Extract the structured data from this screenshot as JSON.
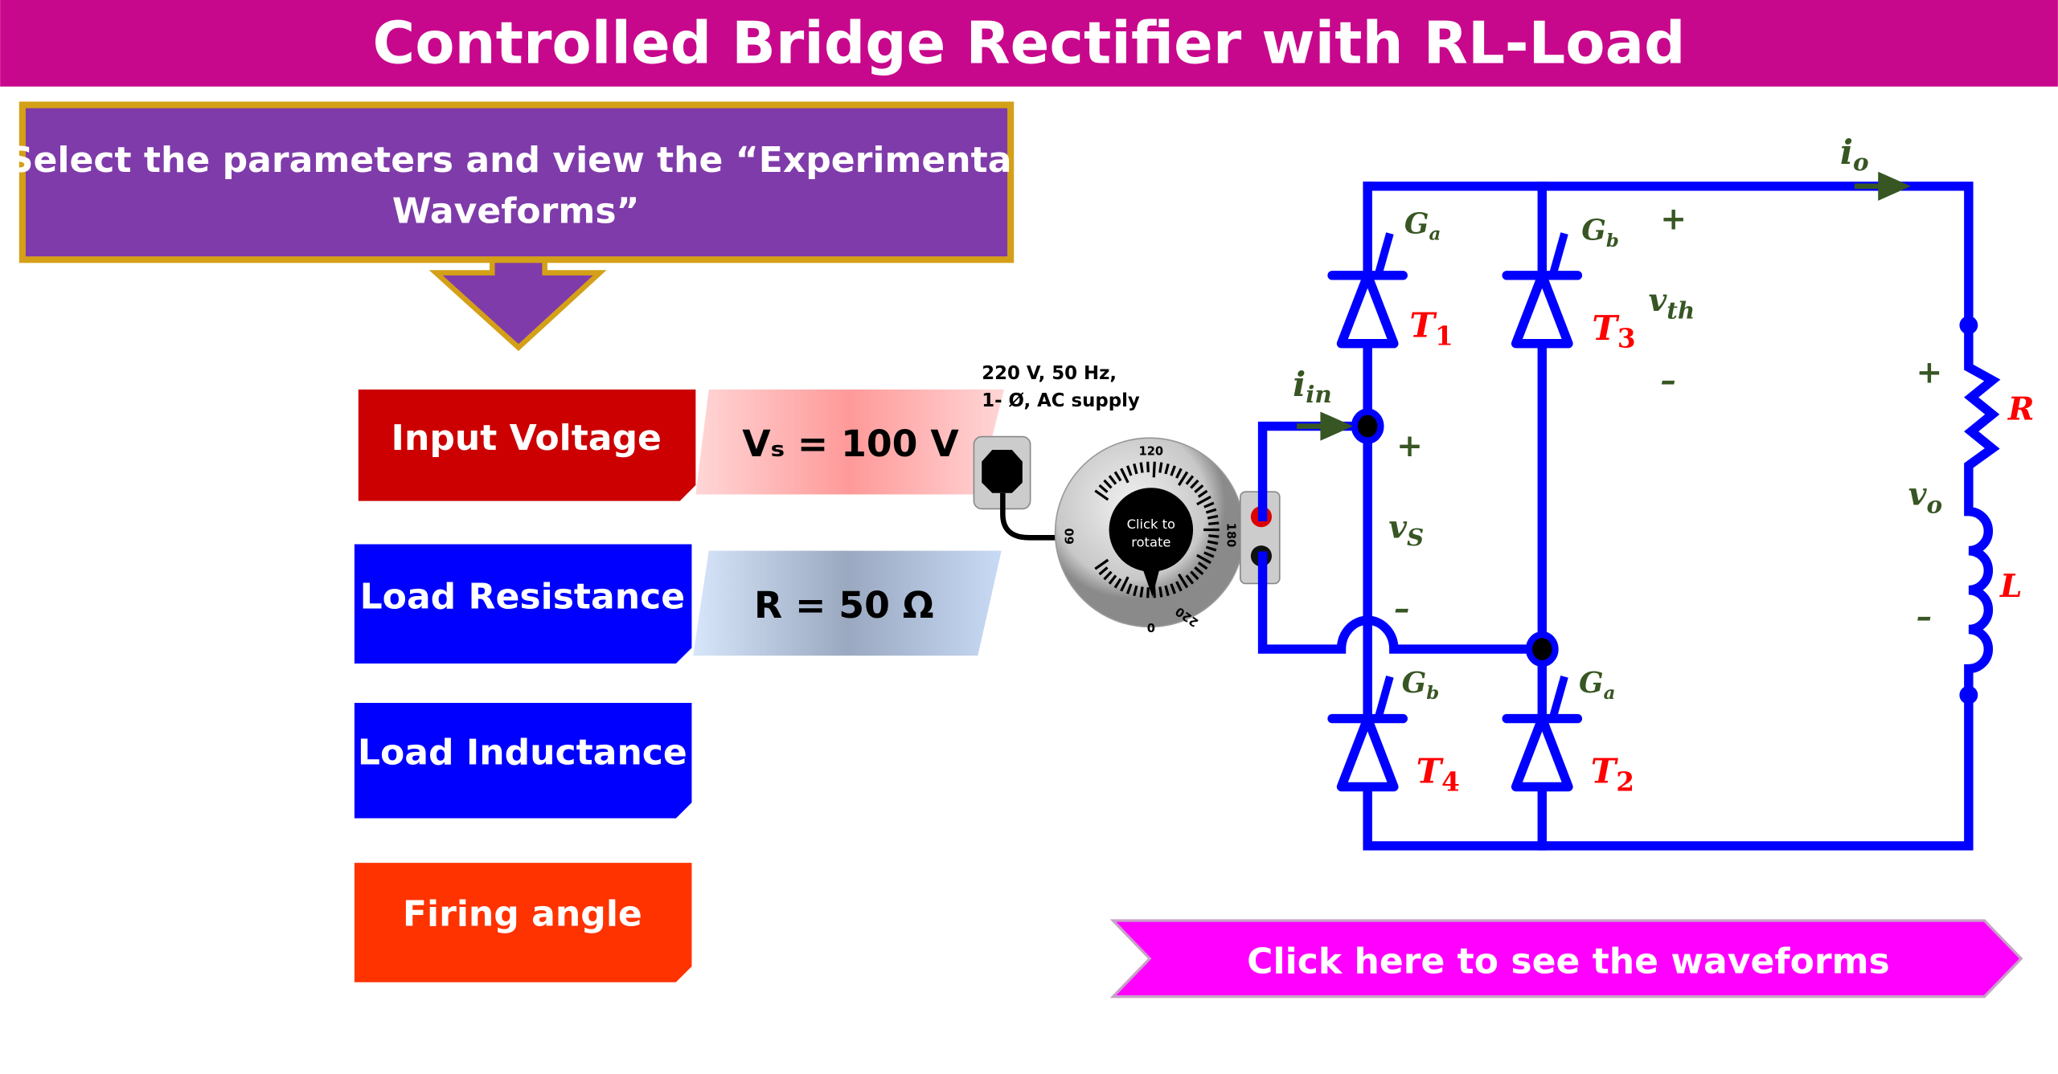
{
  "title": "Controlled Bridge Rectifier with RL-Load",
  "instruction": {
    "line1": "Select the parameters and view the “Experimental",
    "line2": "Waveforms”"
  },
  "parameters": [
    {
      "label": "Input Voltage",
      "value": "Vₛ = 100 V",
      "color": "#cc0000"
    },
    {
      "label": "Load Resistance",
      "value": "R = 50 Ω",
      "color": "#0000ff"
    },
    {
      "label": "Load Inductance",
      "color": "#0000ff"
    },
    {
      "label": "Firing angle",
      "color": "#ff3300"
    }
  ],
  "supply": {
    "line1": "220 V, 50 Hz,",
    "line2": "1- Ø, AC supply"
  },
  "dial": {
    "center_line1": "Click to",
    "center_line2": "rotate",
    "scale": [
      "0",
      "60",
      "120",
      "180",
      "220"
    ]
  },
  "circuit": {
    "i_in": "i",
    "i_in_sub": "in",
    "i_o": "i",
    "i_o_sub": "o",
    "v_s": "v",
    "v_s_sub": "S",
    "v_th": "v",
    "v_th_sub": "th",
    "v_o": "v",
    "v_o_sub": "o",
    "plus": "+",
    "minus": "–",
    "gates": {
      "ga": "G",
      "ga_sub": "a",
      "gb": "G",
      "gb_sub": "b"
    },
    "thyristors": [
      {
        "name": "T",
        "num": "1"
      },
      {
        "name": "T",
        "num": "3"
      },
      {
        "name": "T",
        "num": "4"
      },
      {
        "name": "T",
        "num": "2"
      }
    ],
    "R": "R",
    "L": "L",
    "wire_color": "#0000ff"
  },
  "waveform_button": "Click here to see the waveforms"
}
